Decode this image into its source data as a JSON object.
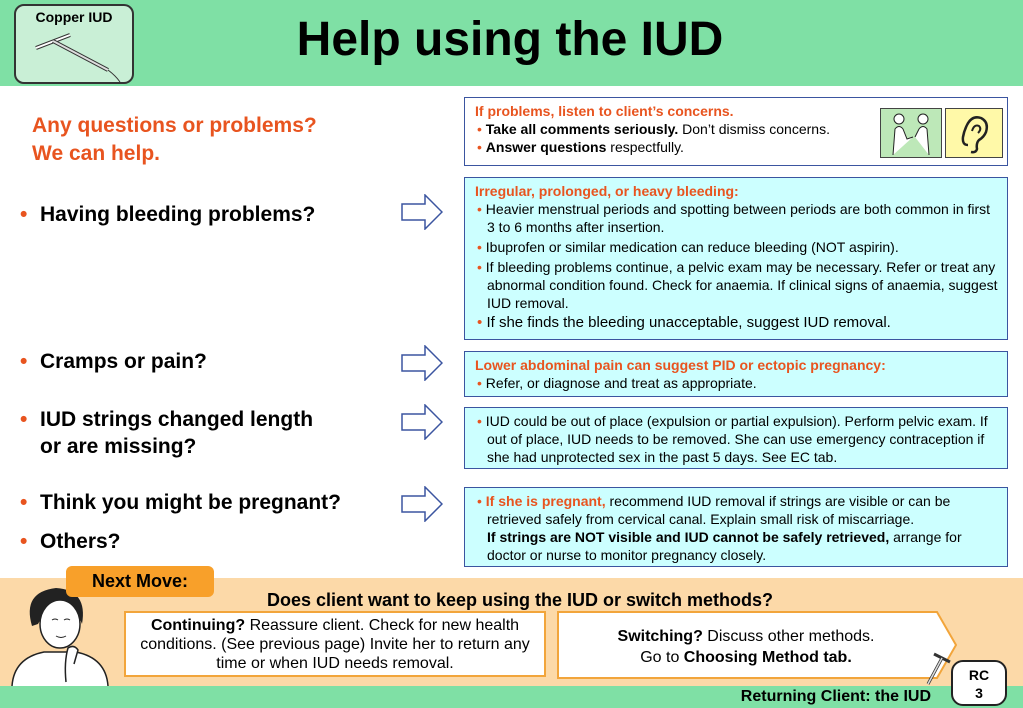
{
  "header": {
    "logo_title": "Copper IUD",
    "title": "Help using the IUD"
  },
  "intro": {
    "line1": "Any questions or problems?",
    "line2": "We can help."
  },
  "questions": [
    {
      "line1": "Having bleeding problems?"
    },
    {
      "line1": "Cramps or pain?"
    },
    {
      "line1": "IUD strings changed length",
      "line2": "or are missing?"
    },
    {
      "line1": "Think you might be pregnant?"
    },
    {
      "line1": "Others?"
    }
  ],
  "bullet_char": "•",
  "boxes": {
    "concerns": {
      "head": "If problems, listen to client’s concerns.",
      "items": [
        {
          "strong": "Take all comments seriously.",
          "rest": " Don’t dismiss concerns."
        },
        {
          "strong": "Answer questions",
          "rest": " respectfully."
        }
      ]
    },
    "bleeding": {
      "head": "Irregular, prolonged, or heavy bleeding:",
      "items": [
        "Heavier menstrual periods and spotting between periods are both common in first 3 to 6 months after insertion.",
        "Ibuprofen or similar medication can reduce bleeding (NOT aspirin).",
        "If bleeding problems continue, a pelvic exam may be necessary. Refer or treat any abnormal condition found. Check for anaemia. If clinical signs of anaemia, suggest IUD removal.",
        " If she finds the bleeding unacceptable, suggest IUD removal."
      ]
    },
    "pain": {
      "head": "Lower abdominal pain can suggest PID or ectopic pregnancy:",
      "items": [
        "Refer, or diagnose and treat as appropriate."
      ]
    },
    "strings": {
      "items": [
        "IUD could be out of place (expulsion or partial expulsion). Perform pelvic exam. If out of place, IUD needs to be removed. She can use emergency contraception if she had unprotected sex in the past 5 days. See EC tab."
      ]
    },
    "pregnant": {
      "lead_strong": "If she is pregnant,",
      "lead_rest": " recommend IUD removal if strings are visible or can be retrieved safely from cervical canal. Explain small risk of miscarriage.",
      "second_strong": "If strings are NOT visible and IUD cannot be safely retrieved,",
      "second_rest": " arrange for doctor or nurse to monitor pregnancy closely."
    }
  },
  "next_move": {
    "label": "Next Move:",
    "question": "Does client want to keep using the IUD or switch methods?",
    "continuing": {
      "strong": "Continuing?",
      "rest": " Reassure client. Check for new health conditions. (See previous page) Invite her to return any time or when IUD needs removal."
    },
    "switching": {
      "strong": "Switching?",
      "rest": "  Discuss other methods.",
      "line2_prefix": "Go to ",
      "line2_strong": "Choosing Method tab."
    }
  },
  "footer": {
    "text": "Returning Client: the IUD",
    "badge_line1": "RC",
    "badge_line2": "3"
  },
  "colors": {
    "header_green": "#7fe0a5",
    "accent_orange": "#e8541f",
    "box_cyan": "#ccffff",
    "box_border": "#3b55a0",
    "band_peach": "#fcd9a8",
    "next_move_orange": "#f8a02a"
  }
}
